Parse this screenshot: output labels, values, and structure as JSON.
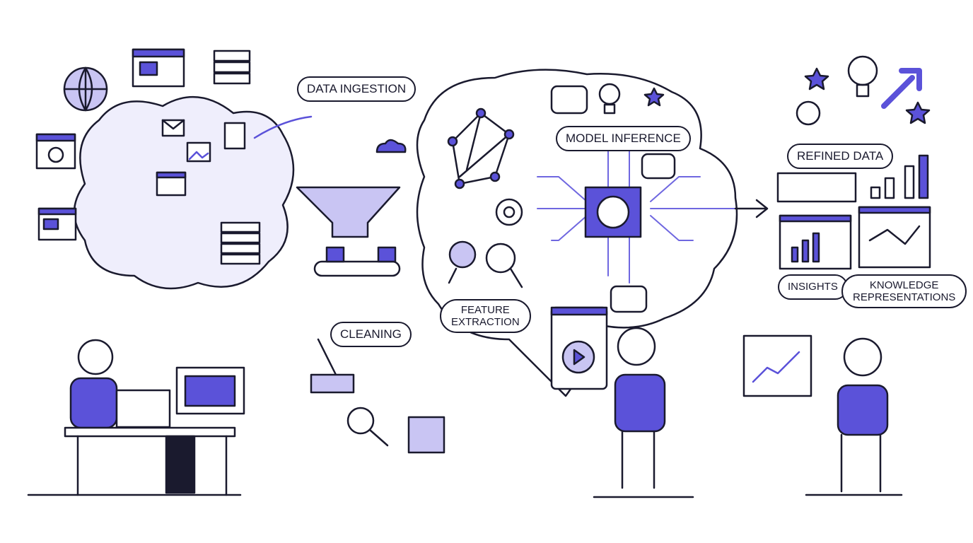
{
  "colors": {
    "accent": "#5b52d9",
    "light_accent": "#c9c5f3",
    "ink": "#1a1a2e"
  },
  "labels": {
    "data_ingestion": "DATA INGESTION",
    "model_inference": "MODEL INFERENCE",
    "refined_data": "REFINED DATA",
    "cleaning": "CLEANING",
    "feature_extraction_1": "FEATURE",
    "feature_extraction_2": "EXTRACTION",
    "insights": "INSIGHTS",
    "knowledge_1": "KNOWLEDGE",
    "knowledge_2": "REPRESENTATIONS"
  },
  "icons": [
    "globe-icon",
    "browser-window-icon",
    "server-icon",
    "envelope-icon",
    "document-icon",
    "image-icon",
    "code-icon",
    "funnel-icon",
    "conveyor-belt-icon",
    "cloud-icon",
    "network-graph-icon",
    "gear-icon",
    "magnifier-icon",
    "brain-chip-icon",
    "speech-bubble-icon",
    "lightbulb-icon",
    "star-icon",
    "play-button-icon",
    "bar-chart-icon",
    "arrow-up-icon",
    "broom-icon",
    "trash-bin-icon",
    "person-icon",
    "laptop-icon",
    "monitor-icon"
  ]
}
